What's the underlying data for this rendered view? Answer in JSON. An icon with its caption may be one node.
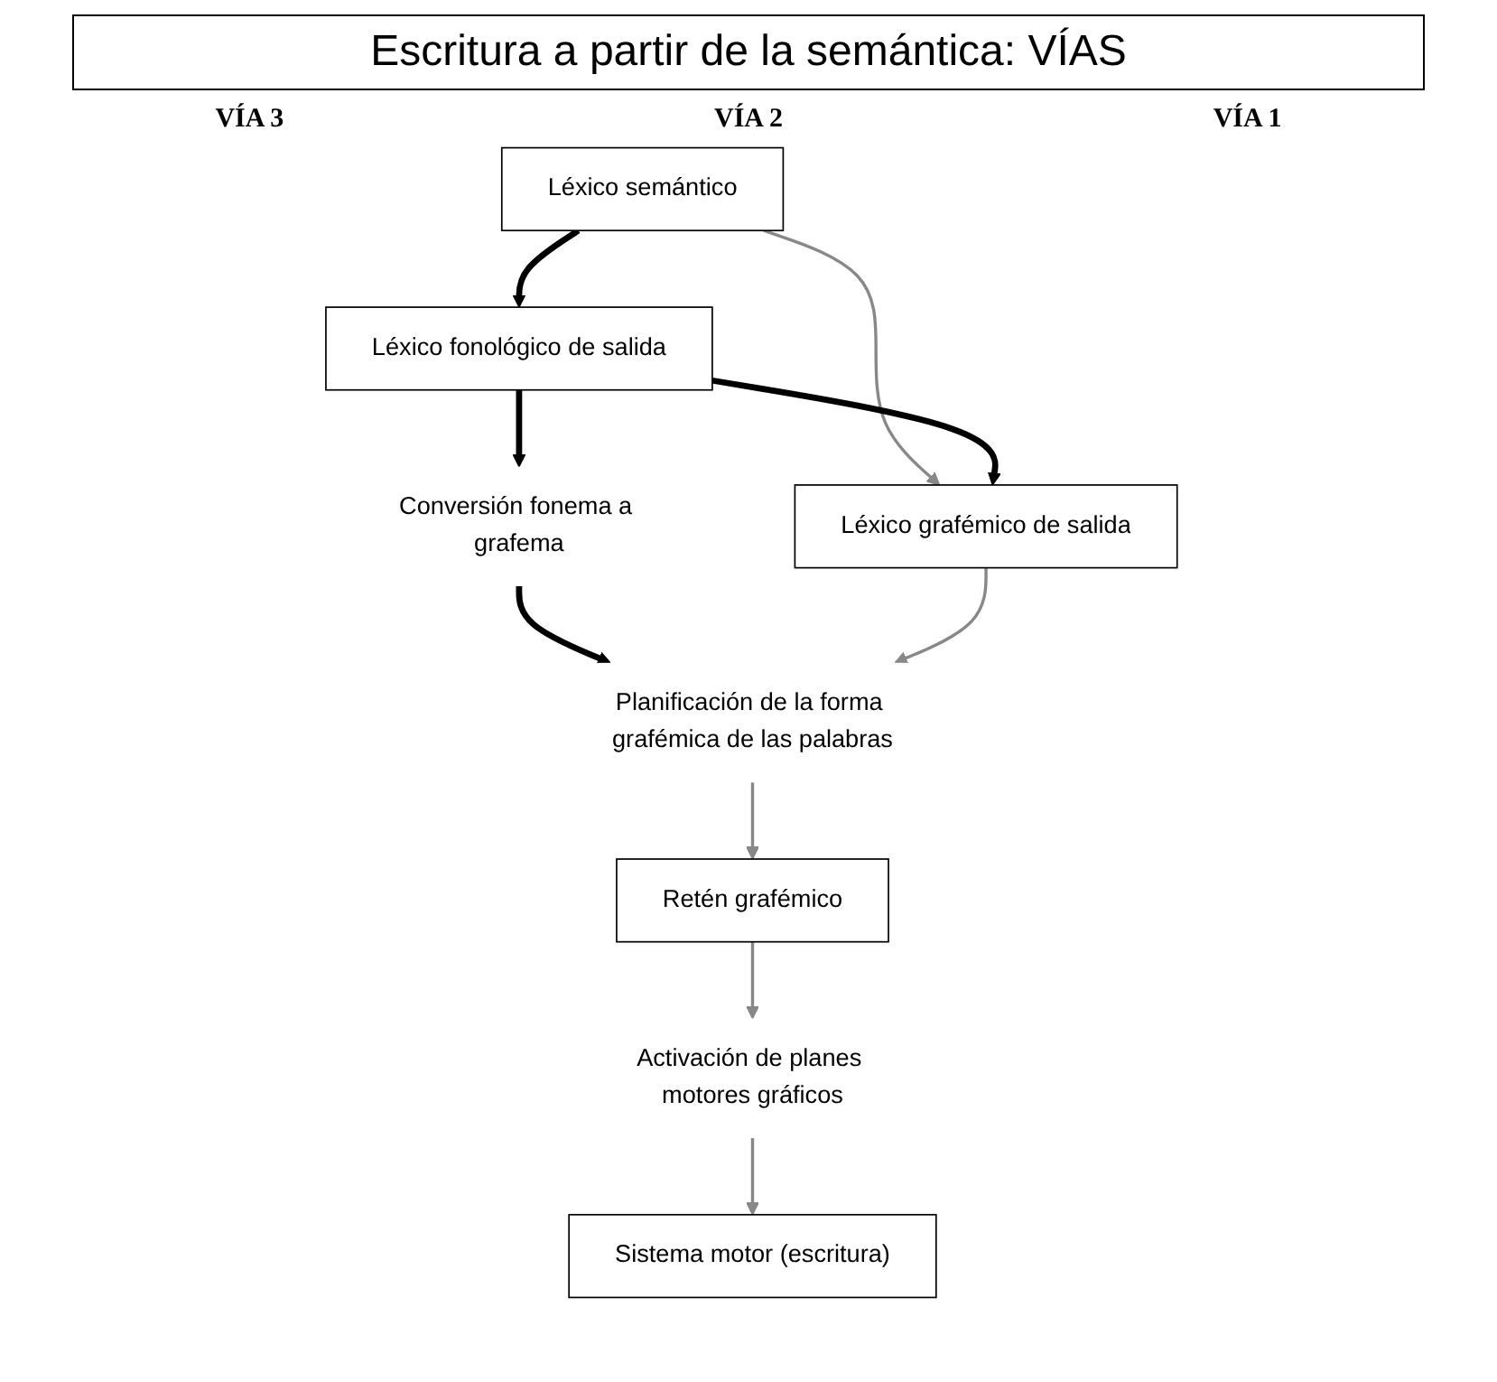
{
  "diagram": {
    "title": "Escritura a partir de la semántica: VÍAS",
    "nodes": [
      {
        "text": [
          "Léxico semántico"
        ]
      },
      {
        "text": [
          "Léxico fonológico de salida"
        ]
      },
      {
        "text": [
          "Léxico grafémico de salida"
        ]
      },
      {
        "text": [
          "Conversión fonema a grafema"
        ]
      },
      {
        "text": [
          "Planificación de la forma grafémica de las palabras"
        ]
      },
      {
        "text": [
          "Retén grafémico"
        ]
      },
      {
        "text": [
          "Activación de planes motores gráficos"
        ]
      },
      {
        "text": [
          "Sistema motor (escritura)"
        ]
      }
    ],
    "edges": [
      {
        "from": 0,
        "to": 1,
        "arrow": "to",
        "style": "thick",
        "color": "#000000"
      },
      {
        "from": 0,
        "to": 2,
        "arrow": "to"
      },
      {
        "from": 1,
        "to": 2,
        "arrow": "to",
        "style": "thick",
        "color": "#000000"
      },
      {
        "from": 1,
        "to": 3,
        "arrow": "to",
        "style": "thick",
        "color": "#000000"
      },
      {
        "from": 3,
        "to": 4,
        "arrow": "to",
        "style": "thick",
        "color": "#000000"
      },
      {
        "from": 2,
        "to": 4,
        "arrow": "to"
      },
      {
        "from": 4,
        "to": 5,
        "arrow": "to"
      },
      {
        "from": 5,
        "to": 6,
        "arrow": "to"
      },
      {
        "from": 6,
        "to": 7,
        "arrow": "to"
      }
    ],
    "labels": [
      "VÍA 3",
      "VÍA 2",
      "VÍA 1"
    ]
  }
}
